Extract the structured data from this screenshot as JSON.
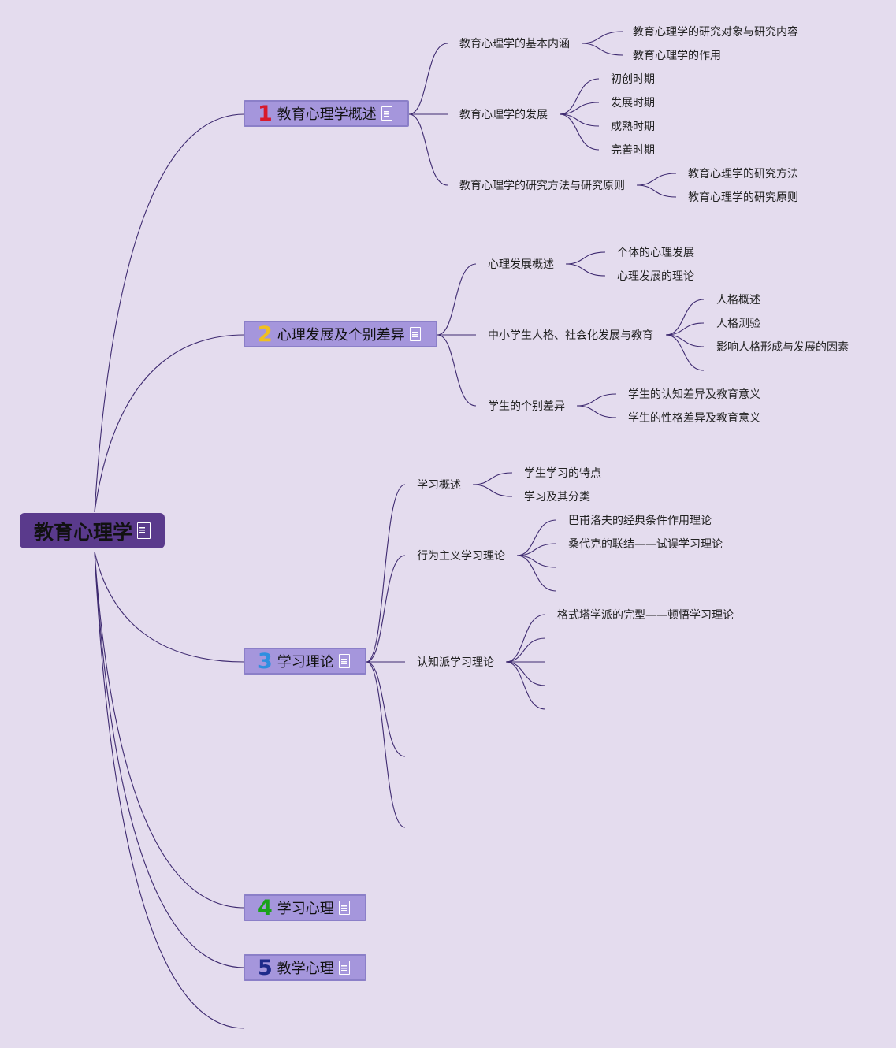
{
  "root": {
    "label": "教育心理学"
  },
  "topics": [
    {
      "num": "1",
      "label": "教育心理学概述",
      "color": "#d8192b"
    },
    {
      "num": "2",
      "label": "心理发展及个别差异",
      "color": "#f0c020"
    },
    {
      "num": "3",
      "label": "学习理论",
      "color": "#2f8fe0"
    },
    {
      "num": "4",
      "label": "学习心理",
      "color": "#1aa21a"
    },
    {
      "num": "5",
      "label": "教学心理",
      "color": "#1e2a8a"
    }
  ],
  "t1": {
    "a": "教育心理学的基本内涵",
    "a1": "教育心理学的研究对象与研究内容",
    "a2": "教育心理学的作用",
    "b": "教育心理学的发展",
    "b1": "初创时期",
    "b2": "发展时期",
    "b3": "成熟时期",
    "b4": "完善时期",
    "c": "教育心理学的研究方法与研究原则",
    "c1": "教育心理学的研究方法",
    "c2": "教育心理学的研究原则"
  },
  "t2": {
    "a": "心理发展概述",
    "a1": "个体的心理发展",
    "a2": "心理发展的理论",
    "b": "中小学生人格、社会化发展与教育",
    "b1": "人格概述",
    "b2": "人格测验",
    "b3": "影响人格形成与发展的因素",
    "c": "学生的个别差异",
    "c1": "学生的认知差异及教育意义",
    "c2": "学生的性格差异及教育意义"
  },
  "t3": {
    "a": "学习概述",
    "a1": "学生学习的特点",
    "a2": "学习及其分类",
    "b": "行为主义学习理论",
    "b1": "巴甫洛夫的经典条件作用理论",
    "b2": "桑代克的联结——试误学习理论",
    "c": "认知派学习理论",
    "c1": "格式塔学派的完型——顿悟学习理论"
  }
}
